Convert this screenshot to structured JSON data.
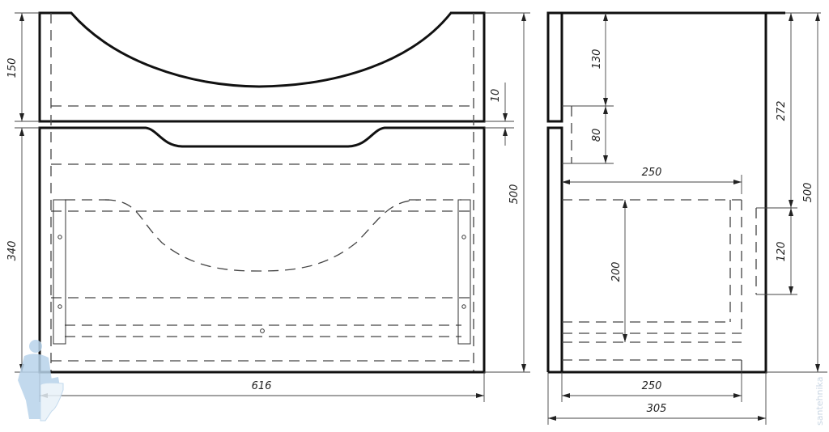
{
  "drawing": {
    "title": "Vanity cabinet technical drawing",
    "views": [
      "front-view",
      "side-view"
    ],
    "units": "mm"
  },
  "front_view": {
    "dimensions": {
      "total_width": "616",
      "total_height": "500",
      "top_section_height": "150",
      "gap": "10",
      "lower_section_height": "340"
    }
  },
  "side_view": {
    "dimensions": {
      "top_offset": "130",
      "handle_height": "80",
      "drawer_depth": "250",
      "drawer_height": "200",
      "upper_height": "272",
      "total_height": "500",
      "side_opening_height": "120",
      "inner_depth": "250",
      "total_depth": "305"
    }
  },
  "watermark": {
    "text": "santehnika"
  },
  "colors": {
    "line": "#111111",
    "watermark": "#c9d6e3",
    "logo": "#b8d3ea"
  }
}
